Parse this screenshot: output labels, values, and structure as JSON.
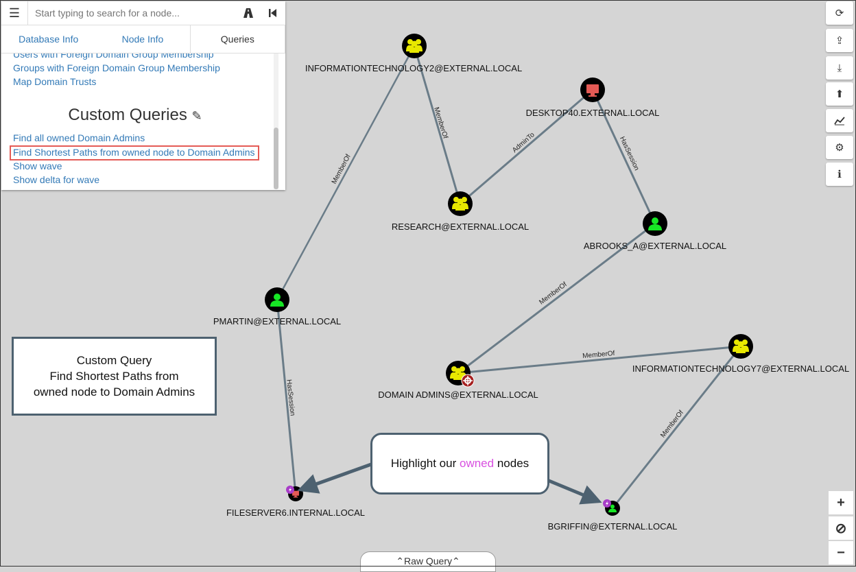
{
  "search": {
    "placeholder": "Start typing to search for a node..."
  },
  "tabs": [
    {
      "label": "Database Info"
    },
    {
      "label": "Node Info"
    },
    {
      "label": "Queries"
    }
  ],
  "queries": {
    "prebuilt": [
      "Users with Foreign Domain Group Membership",
      "Groups with Foreign Domain Group Membership",
      "Map Domain Trusts"
    ],
    "custom_title": "Custom Queries",
    "custom": [
      "Find all owned Domain Admins",
      "Find Shortest Paths from owned node to Domain Admins",
      "Show wave",
      "Show delta for wave"
    ]
  },
  "graph": {
    "nodes": [
      {
        "id": "it2",
        "label": "INFORMATIONTECHNOLOGY2@EXTERNAL.LOCAL",
        "type": "group"
      },
      {
        "id": "desktop40",
        "label": "DESKTOP40.EXTERNAL.LOCAL",
        "type": "computer"
      },
      {
        "id": "research",
        "label": "RESEARCH@EXTERNAL.LOCAL",
        "type": "group"
      },
      {
        "id": "abrooks",
        "label": "ABROOKS_A@EXTERNAL.LOCAL",
        "type": "user"
      },
      {
        "id": "pmartin",
        "label": "PMARTIN@EXTERNAL.LOCAL",
        "type": "user"
      },
      {
        "id": "domainadmins",
        "label": "DOMAIN ADMINS@EXTERNAL.LOCAL",
        "type": "group"
      },
      {
        "id": "it7",
        "label": "INFORMATIONTECHNOLOGY7@EXTERNAL.LOCAL",
        "type": "group"
      },
      {
        "id": "fileserver6",
        "label": "FILESERVER6.INTERNAL.LOCAL",
        "type": "computer"
      },
      {
        "id": "bgriffin",
        "label": "BGRIFFIN@EXTERNAL.LOCAL",
        "type": "user"
      }
    ],
    "edges": [
      {
        "from": "it2",
        "to": "research",
        "label": "MemberOf"
      },
      {
        "from": "pmartin",
        "to": "it2",
        "label": "MemberOf"
      },
      {
        "from": "research",
        "to": "desktop40",
        "label": "AdminTo"
      },
      {
        "from": "desktop40",
        "to": "abrooks",
        "label": "HasSession"
      },
      {
        "from": "abrooks",
        "to": "domainadmins",
        "label": "MemberOf"
      },
      {
        "from": "it7",
        "to": "domainadmins",
        "label": "MemberOf"
      },
      {
        "from": "fileserver6",
        "to": "pmartin",
        "label": "HasSession"
      },
      {
        "from": "bgriffin",
        "to": "it7",
        "label": "MemberOf"
      }
    ]
  },
  "annotation_query": {
    "line1": "Custom Query",
    "line2": "Find Shortest Paths from",
    "line3": "owned node to Domain Admins"
  },
  "annotation_owned": {
    "prefix": "Highlight our",
    "highlight": "owned",
    "suffix": "nodes"
  },
  "raw_query": {
    "label": "Raw Query"
  },
  "colors": {
    "group": "#e8e800",
    "user": "#17e625",
    "computer": "#e45a55",
    "owned_badge": "#a83cc8",
    "target_badge": "#a52020",
    "link": "#337ab7",
    "edge": "#6a7c88"
  }
}
